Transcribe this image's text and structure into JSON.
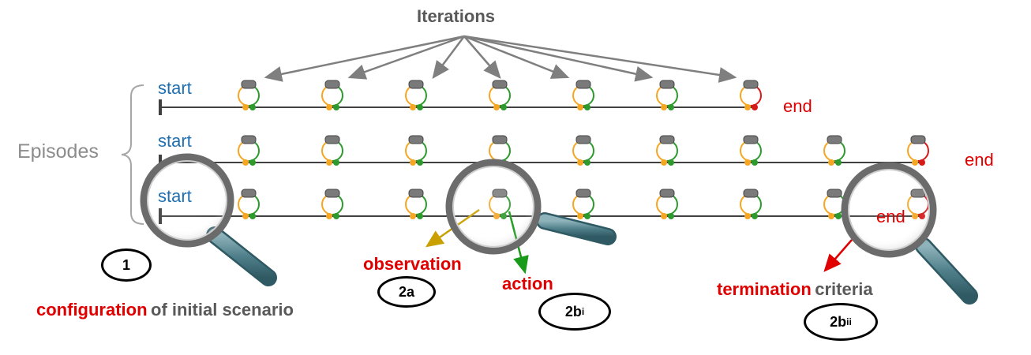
{
  "title": "Iterations",
  "episodes_label": "Episodes",
  "start_label": "start",
  "end_label": "end",
  "annotations": {
    "observation": "observation",
    "action": "action",
    "termination_red": "termination",
    "termination_rest": "criteria",
    "configuration_red": "configuration",
    "configuration_rest": "of initial scenario"
  },
  "badges": {
    "b1": "1",
    "b2a": "2a",
    "b2bi_main": "2b",
    "b2bi_sub": "i",
    "b2bii_main": "2b",
    "b2bii_sub": "ii"
  },
  "colors": {
    "start_text": "#1f6fb0",
    "end_text": "#e00000",
    "loop_orange": "#f5a623",
    "loop_green": "#2e9a2e",
    "loop_red": "#d61a1a",
    "observation_arrow": "#c9a000",
    "action_arrow": "#1a9a1a",
    "termination_arrow": "#e00000",
    "magnifier_handle": "#4f7f8a"
  },
  "episodes": [
    {
      "iterations": 7
    },
    {
      "iterations": 9
    },
    {
      "iterations": 9
    }
  ]
}
